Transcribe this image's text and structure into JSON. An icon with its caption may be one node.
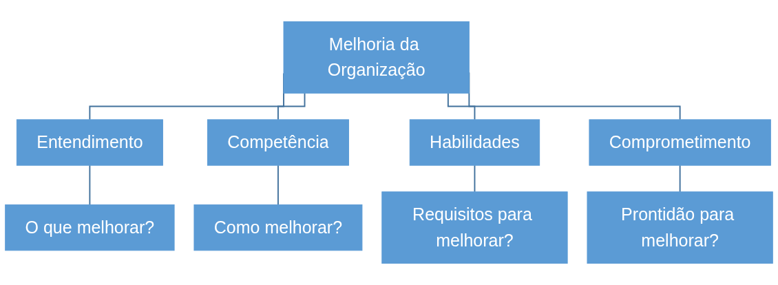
{
  "diagram": {
    "nodes": [
      {
        "text": [
          "Melhoria da Organização"
        ]
      },
      {
        "text": [
          "Entendimento"
        ]
      },
      {
        "text": [
          "Competência"
        ]
      },
      {
        "text": [
          "Habilidades"
        ]
      },
      {
        "text": [
          "Comprometimento"
        ]
      },
      {
        "text": [
          "O que melhorar?"
        ]
      },
      {
        "text": [
          "Como melhorar?"
        ]
      },
      {
        "text": [
          "Requisitos para melhorar?"
        ]
      },
      {
        "text": [
          "Prontidão para melhorar?"
        ]
      }
    ],
    "edges": [
      {
        "from": 0,
        "to": 1,
        "arrow": "none"
      },
      {
        "from": 0,
        "to": 2,
        "arrow": "none"
      },
      {
        "from": 0,
        "to": 3,
        "arrow": "none"
      },
      {
        "from": 0,
        "to": 4,
        "arrow": "none"
      },
      {
        "from": 1,
        "to": 5,
        "arrow": "none"
      },
      {
        "from": 2,
        "to": 6,
        "arrow": "none"
      },
      {
        "from": 3,
        "to": 7,
        "arrow": "none"
      },
      {
        "from": 4,
        "to": 8,
        "arrow": "none"
      }
    ]
  }
}
